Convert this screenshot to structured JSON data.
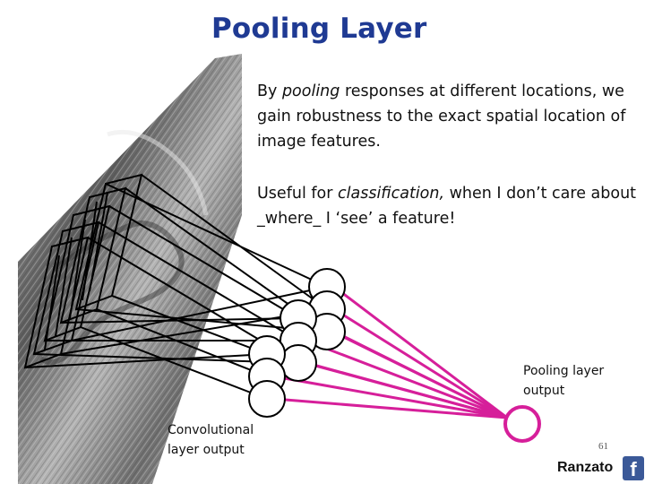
{
  "slide": {
    "title": "Pooling Layer",
    "paragraph1": {
      "before": "By ",
      "emphasis": "pooling",
      "after": " responses at different locations, we gain robustness to the exact spatial location of image features."
    },
    "paragraph2": {
      "before": "Useful for ",
      "emphasis": "classification,",
      "after": " when I don’t care about _where_ I ‘see’ a feature!"
    },
    "page_number": "61"
  },
  "diagram": {
    "conv_label": "Convolutional layer output",
    "pool_label": "Pooling layer output",
    "pool_color": "#d61f9a",
    "line_color": "#000000"
  },
  "logo": {
    "text": "Ranzato",
    "fb_glyph": "f",
    "fb_color": "#3b5998"
  }
}
